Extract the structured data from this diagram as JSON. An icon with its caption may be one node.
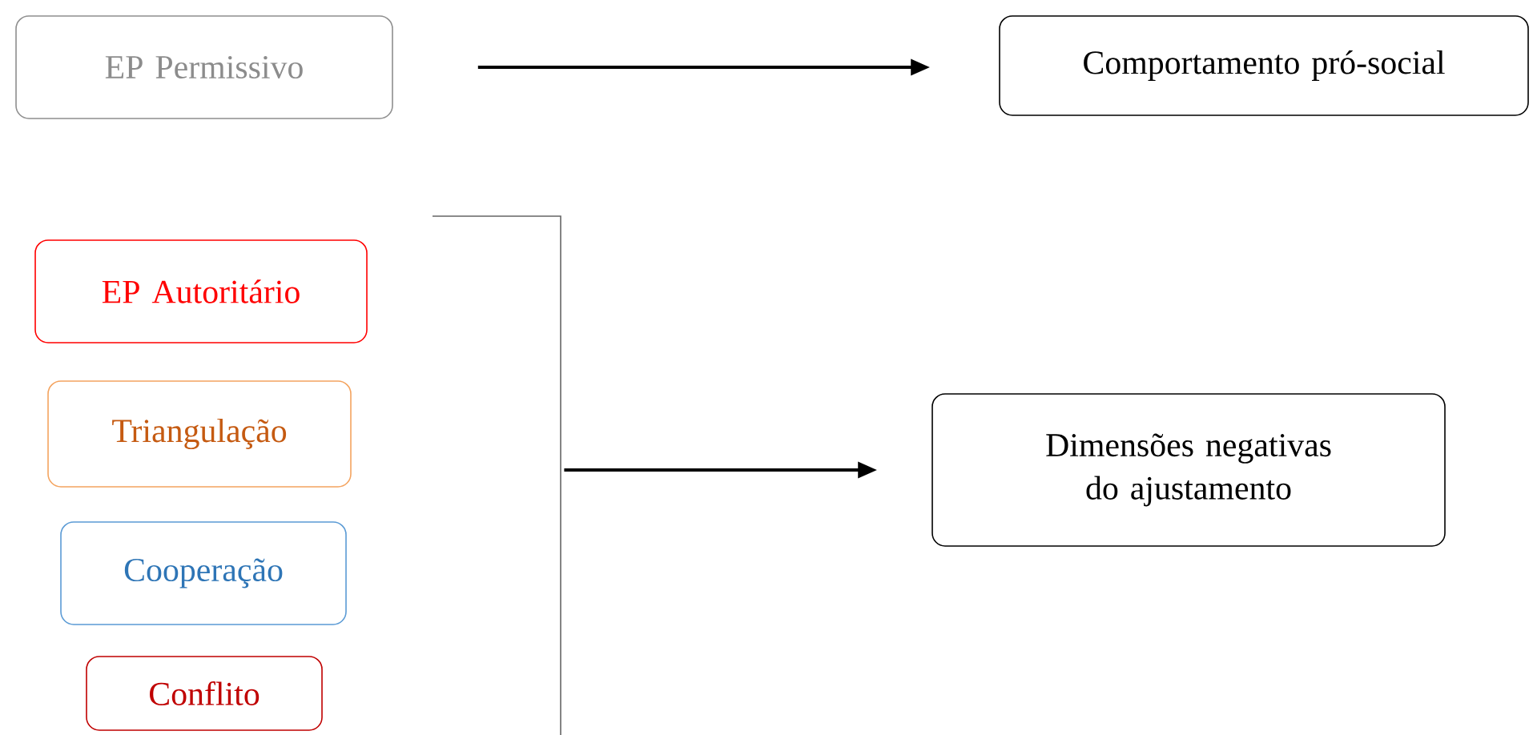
{
  "diagram": {
    "nodes": [
      {
        "text": [
          "EP Permissivo"
        ]
      },
      {
        "text": [
          "Comportamento pró-social"
        ]
      },
      {
        "text": [
          "EP Autoritário"
        ]
      },
      {
        "text": [
          "Triangulação"
        ]
      },
      {
        "text": [
          "Cooperação"
        ]
      },
      {
        "text": [
          "Conflito"
        ]
      },
      {
        "text": [
          "Dimensões negativas do ajustamento"
        ]
      },
      {
        "text": [],
        "shape": "bracket"
      }
    ],
    "edges": [
      {
        "from": 0,
        "to": 1,
        "arrow": "to"
      },
      {
        "from": 7,
        "to": 6,
        "arrow": "to"
      }
    ]
  }
}
